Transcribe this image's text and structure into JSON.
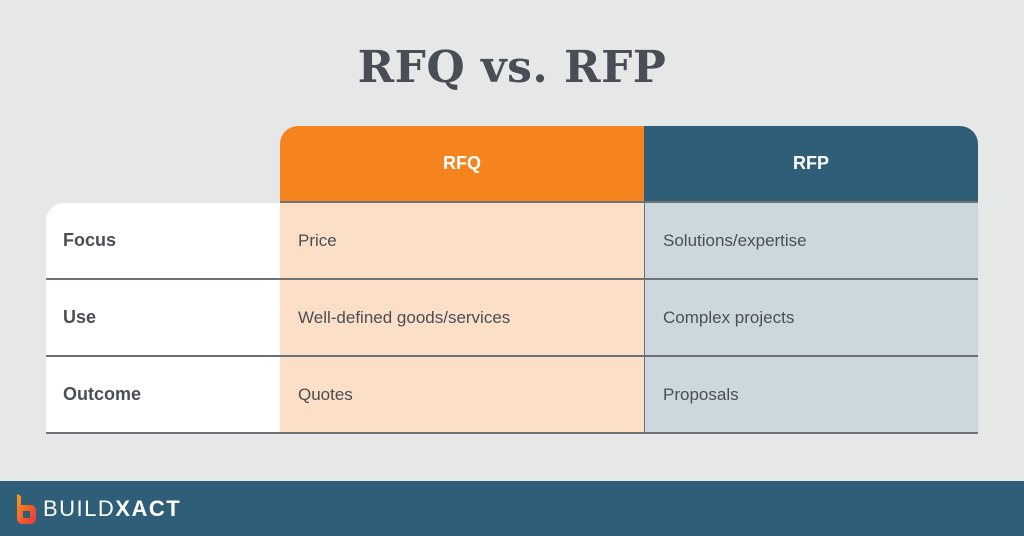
{
  "title": "RFQ vs. RFP",
  "table": {
    "columns": [
      {
        "label": "RFQ",
        "color": "#f5841f",
        "cell_color": "#fbdfc6"
      },
      {
        "label": "RFP",
        "color": "#2f5f78",
        "cell_color": "#ccd8de"
      }
    ],
    "rows": [
      {
        "label": "Focus",
        "rfq": "Price",
        "rfp": "Solutions/expertise"
      },
      {
        "label": "Use",
        "rfq": "Well-defined goods/services",
        "rfp": "Complex projects"
      },
      {
        "label": "Outcome",
        "rfq": "Quotes",
        "rfp": "Proposals"
      }
    ]
  },
  "footer": {
    "brand_part1": "BUILD",
    "brand_part2": "XACT",
    "logo_icon": "buildxact-b-logo-icon",
    "background": "#2f5f78"
  }
}
